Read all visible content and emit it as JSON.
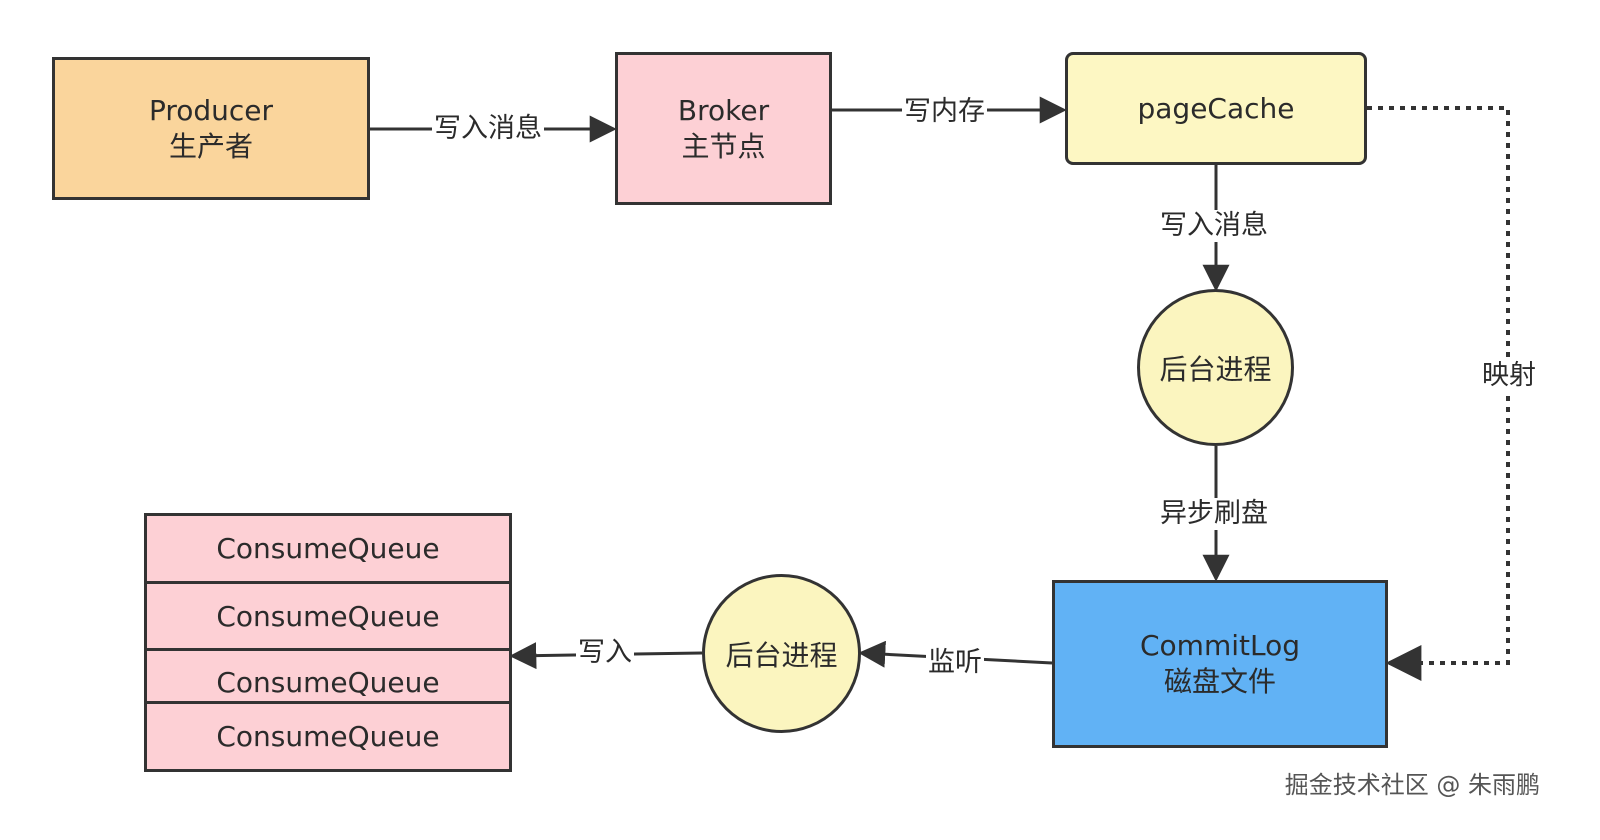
{
  "nodes": {
    "producer": {
      "title": "Producer",
      "subtitle": "生产者"
    },
    "broker": {
      "title": "Broker",
      "subtitle": "主节点"
    },
    "pagecache": {
      "title": "pageCache"
    },
    "bg_process_right": {
      "title": "后台进程"
    },
    "commitlog": {
      "title": "CommitLog",
      "subtitle": "磁盘文件"
    },
    "bg_process_left": {
      "title": "后台进程"
    },
    "consume_queues": [
      "ConsumeQueue",
      "ConsumeQueue",
      "ConsumeQueue",
      "ConsumeQueue"
    ]
  },
  "edges": {
    "producer_to_broker": "写入消息",
    "broker_to_pagecache": "写内存",
    "pagecache_to_process": "写入消息",
    "process_to_commitlog": "异步刷盘",
    "pagecache_commitlog_map": "映射",
    "commitlog_to_process": "监听",
    "process_to_queue": "写入"
  },
  "colors": {
    "producer": "#fad59c",
    "broker": "#fdd0d5",
    "pagecache": "#fdf7c3",
    "process": "#fbf5bf",
    "commitlog": "#61b2f5",
    "queue": "#fdd0d5",
    "stroke": "#333333"
  },
  "watermark": "掘金技术社区 @ 朱雨鹏"
}
